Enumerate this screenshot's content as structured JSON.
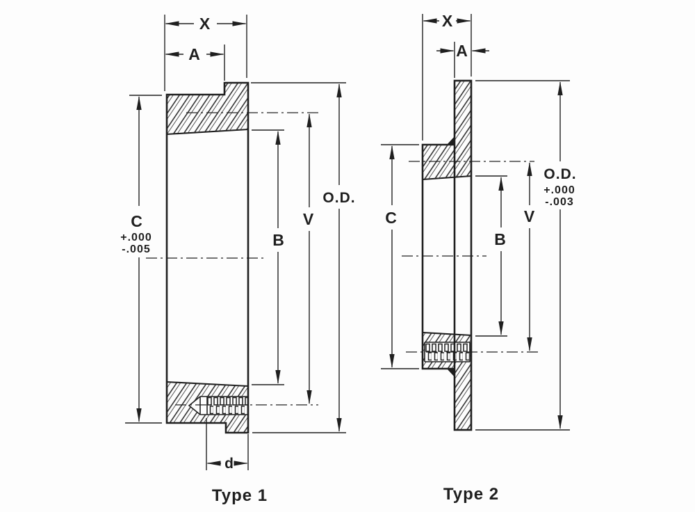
{
  "drawing": {
    "colors": {
      "ink": "#1f1f1f",
      "background": "#fdfdfd"
    },
    "type1": {
      "caption": "Type 1",
      "labels": {
        "x": "X",
        "a": "A",
        "c": "C",
        "c_tol_plus": "+.000",
        "c_tol_minus": "-.005",
        "b": "B",
        "v": "V",
        "od": "O.D.",
        "d": "d"
      }
    },
    "type2": {
      "caption": "Type 2",
      "labels": {
        "x": "X",
        "a": "A",
        "c": "C",
        "b": "B",
        "v": "V",
        "od": "O.D.",
        "od_tol_plus": "+.000",
        "od_tol_minus": "-.003"
      }
    }
  }
}
